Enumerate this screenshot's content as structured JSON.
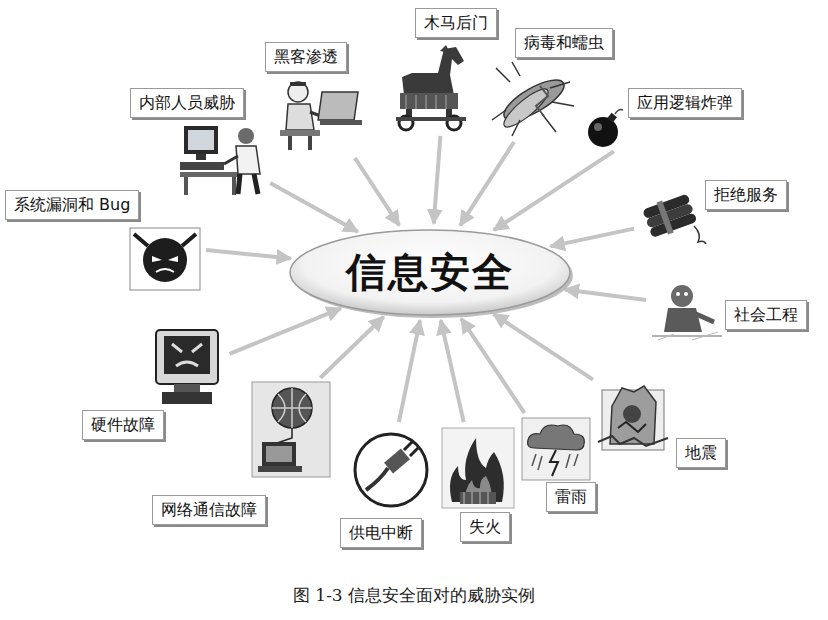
{
  "diagram": {
    "caption": "图 1-3 信息安全面对的威胁实例",
    "nodes": [
      {
        "text": [
          "信息安全"
        ]
      },
      {
        "text": [
          "内部人员威胁"
        ]
      },
      {
        "text": [
          "黑客渗透"
        ]
      },
      {
        "text": [
          "木马后门"
        ]
      },
      {
        "text": [
          "病毒和蠕虫"
        ]
      },
      {
        "text": [
          "应用逻辑炸弹"
        ]
      },
      {
        "text": [
          "系统漏洞和 Bug"
        ]
      },
      {
        "text": [
          "拒绝服务"
        ]
      },
      {
        "text": [
          "社会工程"
        ]
      },
      {
        "text": [
          "硬件故障"
        ]
      },
      {
        "text": [
          "地震"
        ]
      },
      {
        "text": [
          "网络通信故障"
        ]
      },
      {
        "text": [
          "雷雨"
        ]
      },
      {
        "text": [
          "供电中断"
        ]
      },
      {
        "text": [
          "失火"
        ]
      }
    ],
    "edges": [
      {
        "from": 1,
        "to": 0,
        "arrow": "to"
      },
      {
        "from": 2,
        "to": 0,
        "arrow": "to"
      },
      {
        "from": 3,
        "to": 0,
        "arrow": "to"
      },
      {
        "from": 4,
        "to": 0,
        "arrow": "to"
      },
      {
        "from": 5,
        "to": 0,
        "arrow": "to"
      },
      {
        "from": 6,
        "to": 0,
        "arrow": "to"
      },
      {
        "from": 7,
        "to": 0,
        "arrow": "to"
      },
      {
        "from": 8,
        "to": 0,
        "arrow": "to"
      },
      {
        "from": 9,
        "to": 0,
        "arrow": "to"
      },
      {
        "from": 10,
        "to": 0,
        "arrow": "to"
      },
      {
        "from": 11,
        "to": 0,
        "arrow": "to"
      },
      {
        "from": 12,
        "to": 0,
        "arrow": "to"
      },
      {
        "from": 13,
        "to": 0,
        "arrow": "to"
      },
      {
        "from": 14,
        "to": 0,
        "arrow": "to"
      }
    ]
  }
}
